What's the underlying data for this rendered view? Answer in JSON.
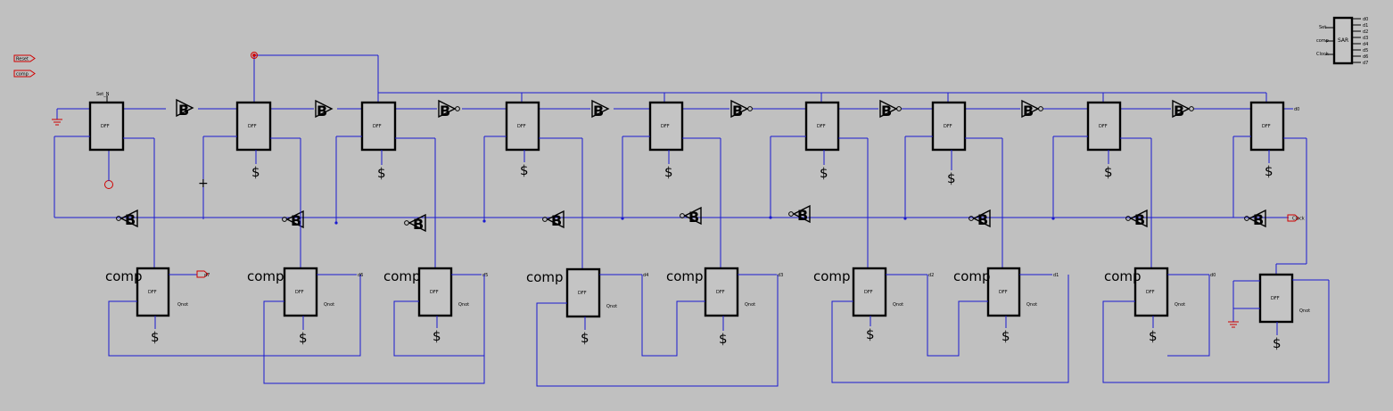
{
  "symbol": {
    "title": "SAR",
    "inputs": [
      "Set",
      "comp",
      "Clock"
    ],
    "outputs": [
      "d0",
      "d1",
      "d2",
      "d3",
      "d4",
      "d5",
      "d6",
      "d7"
    ]
  },
  "ports": {
    "reset": "Reset",
    "comp": "comp",
    "clock": "Clock"
  },
  "dff_label": "DFF",
  "set_label": "Set_N",
  "qnot_label": "Qnot",
  "comp_label": "comp",
  "power_glyph": "$",
  "buffer_glyph": "B",
  "plus_glyph": "+",
  "top_row": [
    {
      "id": "ff-top-0",
      "out": ""
    },
    {
      "id": "ff-top-1",
      "out": ""
    },
    {
      "id": "ff-top-2",
      "out": ""
    },
    {
      "id": "ff-top-3",
      "out": ""
    },
    {
      "id": "ff-top-4",
      "out": ""
    },
    {
      "id": "ff-top-5",
      "out": ""
    },
    {
      "id": "ff-top-6",
      "out": ""
    },
    {
      "id": "ff-top-7",
      "out": ""
    },
    {
      "id": "ff-top-8",
      "out": ""
    },
    {
      "id": "ff-top-9",
      "out": "d0"
    }
  ],
  "bottom_row": [
    {
      "out": "d7"
    },
    {
      "out": "d6"
    },
    {
      "out": "d5"
    },
    {
      "out": "d4"
    },
    {
      "out": "d3"
    },
    {
      "out": "d2"
    },
    {
      "out": "d1"
    },
    {
      "out": "d0"
    }
  ]
}
